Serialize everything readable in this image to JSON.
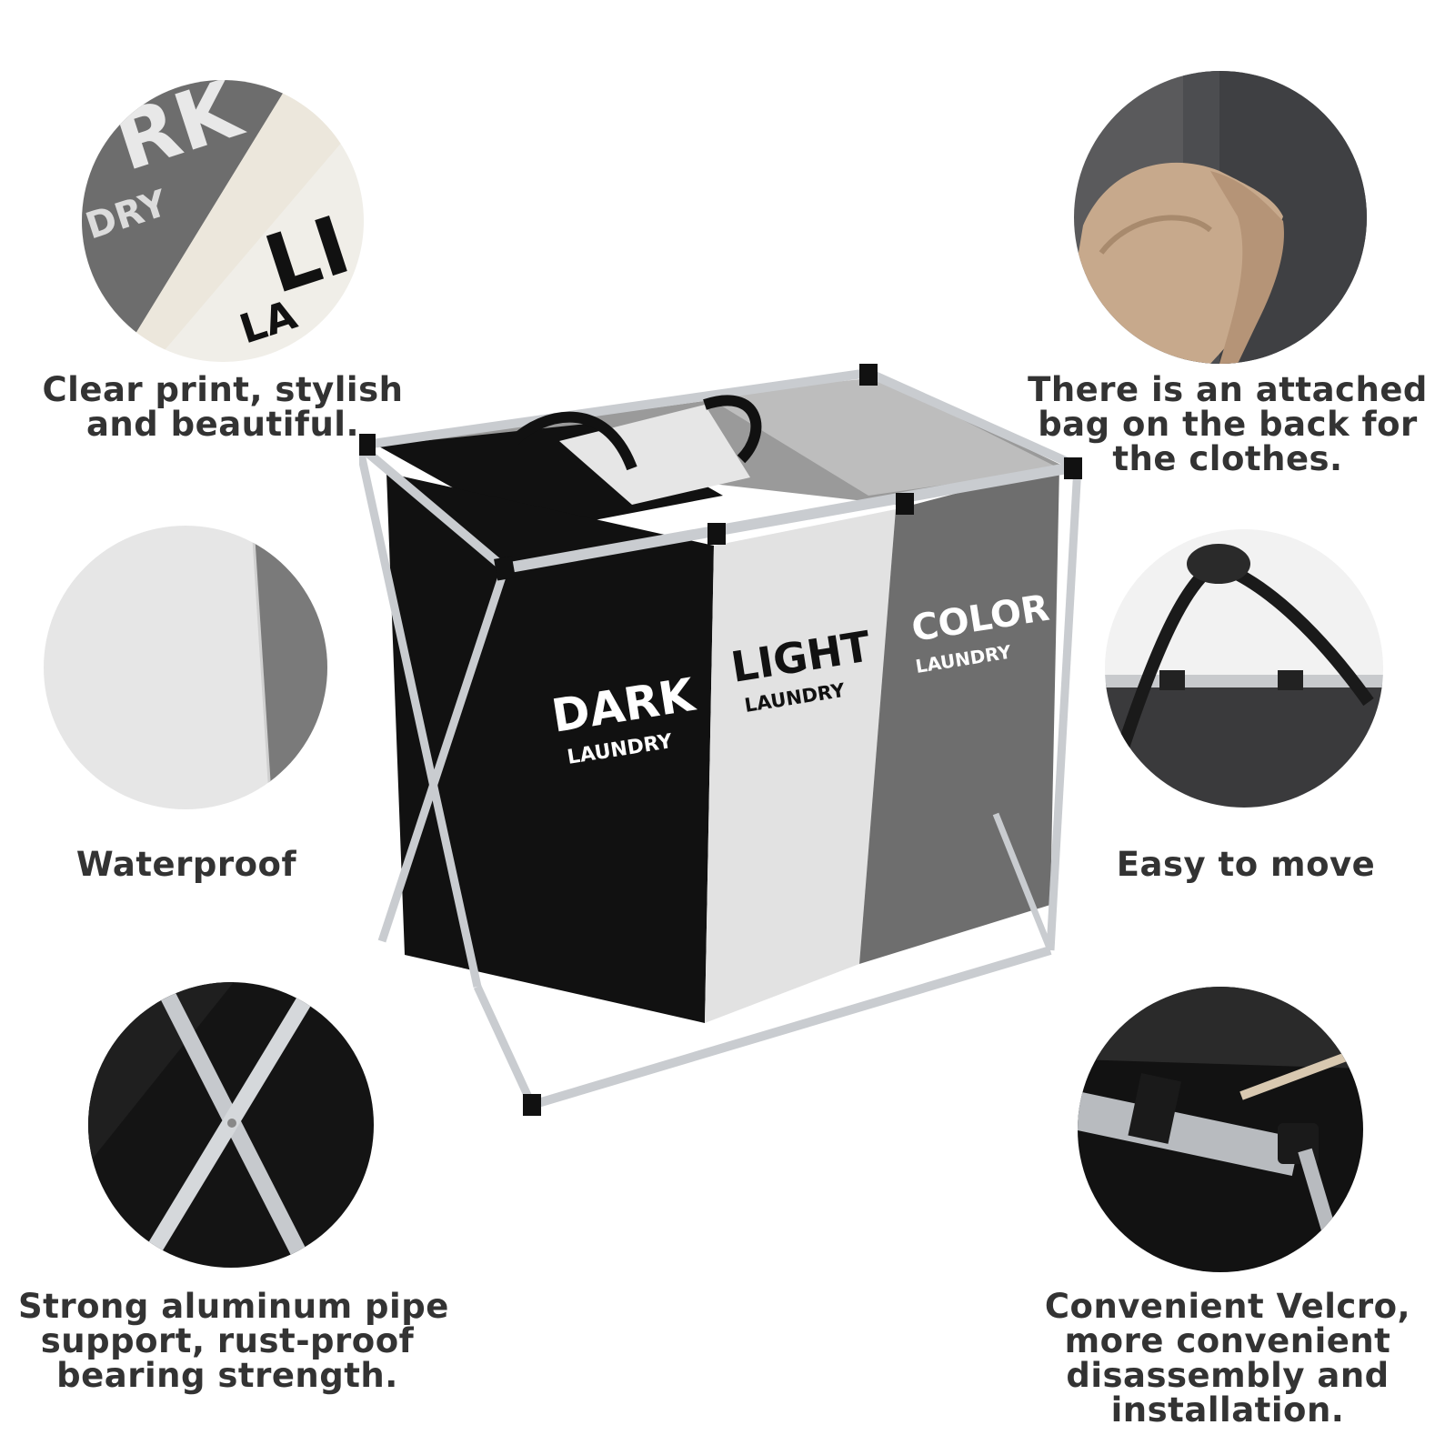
{
  "features": [
    {
      "lines": [
        "Clear print, stylish",
        "and beautiful."
      ]
    },
    {
      "lines": [
        "There is an attached",
        "bag on the back for",
        "the clothes."
      ]
    },
    {
      "lines": [
        "Waterproof"
      ]
    },
    {
      "lines": [
        "Easy to move"
      ]
    },
    {
      "lines": [
        "Strong aluminum pipe",
        "support, rust-proof",
        "bearing strength."
      ]
    },
    {
      "lines": [
        "Convenient Velcro,",
        "more convenient",
        "disassembly and",
        "installation."
      ]
    }
  ],
  "hamper": {
    "sections": [
      {
        "title": "DARK",
        "subtitle": "LAUNDRY"
      },
      {
        "title": "LIGHT",
        "subtitle": "LAUNDRY"
      },
      {
        "title": "COLOR",
        "subtitle": "LAUNDRY"
      }
    ]
  },
  "closeup_print": {
    "dark_text": "RK",
    "dark_sub": "DRY",
    "light_text": "LI",
    "light_sub": "LA"
  },
  "colors": {
    "dark": "#111111",
    "light": "#e2e2e2",
    "color_gray": "#6e6e6e",
    "frame": "#c9ccd0",
    "caption": "#333333"
  }
}
